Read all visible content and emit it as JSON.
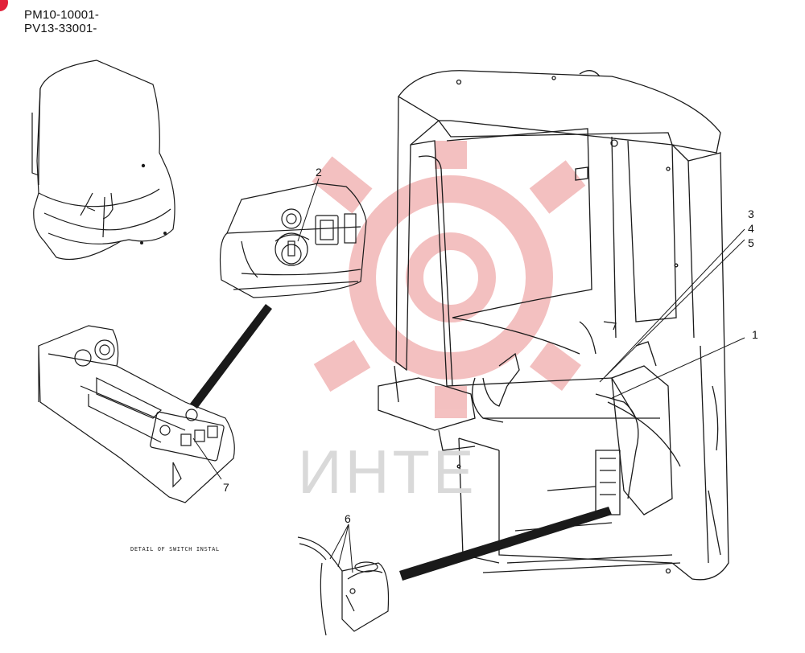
{
  "header": {
    "serial_ranges": [
      "PM10-10001-",
      "PV13-33001-"
    ]
  },
  "callouts": {
    "c1": "1",
    "c2": "2",
    "c3": "3",
    "c4": "4",
    "c5": "5",
    "c6": "6",
    "c7": "7"
  },
  "caption": "DETAIL OF SWITCH INSTAL",
  "watermark": {
    "text": "ИНТЕ",
    "color": "#e8323c"
  },
  "colors": {
    "line": "#1a1a1a",
    "logo_mark": "#e2213a",
    "watermark_gear": "#f2b6b6",
    "watermark_text": "#d9d9d9"
  }
}
